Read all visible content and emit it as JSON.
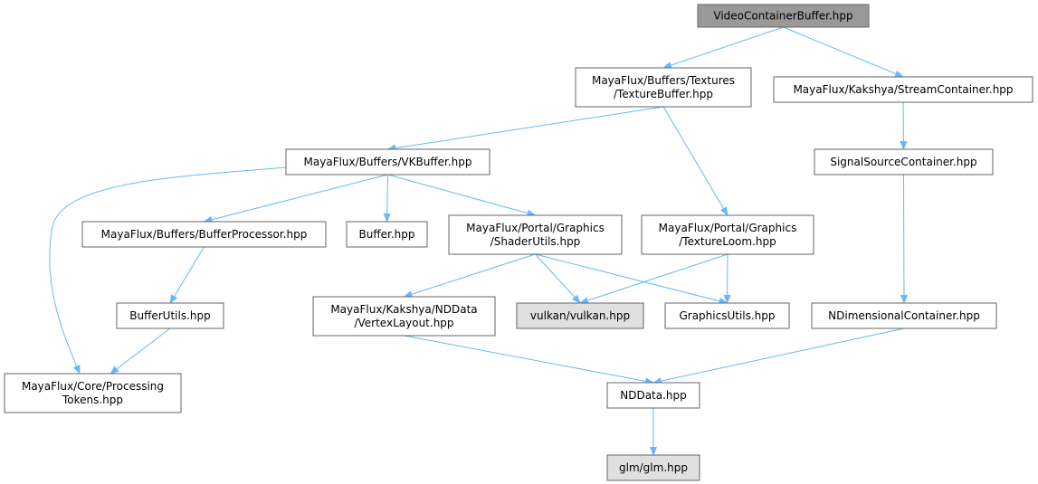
{
  "colors": {
    "edge": "#63b8ff",
    "node_fill": "#ffffff",
    "node_border": "#666666",
    "root_fill": "#999999",
    "external_fill": "#e0e0e0",
    "external_alt_fill": "#e0e0e0"
  },
  "nodes": [
    {
      "id": "root",
      "lines": [
        "VideoContainerBuffer.hpp"
      ],
      "style": "root"
    },
    {
      "id": "texbuf",
      "lines": [
        "MayaFlux/Buffers/Textures",
        "/TextureBuffer.hpp"
      ],
      "style": "normal"
    },
    {
      "id": "stream",
      "lines": [
        "MayaFlux/Kakshya/StreamContainer.hpp"
      ],
      "style": "normal"
    },
    {
      "id": "vkbuf",
      "lines": [
        "MayaFlux/Buffers/VKBuffer.hpp"
      ],
      "style": "normal"
    },
    {
      "id": "sigsrc",
      "lines": [
        "SignalSourceContainer.hpp"
      ],
      "style": "normal"
    },
    {
      "id": "bufproc",
      "lines": [
        "MayaFlux/Buffers/BufferProcessor.hpp"
      ],
      "style": "normal"
    },
    {
      "id": "buffer",
      "lines": [
        "Buffer.hpp"
      ],
      "style": "normal"
    },
    {
      "id": "shader",
      "lines": [
        "MayaFlux/Portal/Graphics",
        "/ShaderUtils.hpp"
      ],
      "style": "normal"
    },
    {
      "id": "texloom",
      "lines": [
        "MayaFlux/Portal/Graphics",
        "/TextureLoom.hpp"
      ],
      "style": "normal"
    },
    {
      "id": "bufutils",
      "lines": [
        "BufferUtils.hpp"
      ],
      "style": "normal"
    },
    {
      "id": "vertex",
      "lines": [
        "MayaFlux/Kakshya/NDData",
        "/VertexLayout.hpp"
      ],
      "style": "normal"
    },
    {
      "id": "vulkan",
      "lines": [
        "vulkan/vulkan.hpp"
      ],
      "style": "external"
    },
    {
      "id": "gfxutils",
      "lines": [
        "GraphicsUtils.hpp"
      ],
      "style": "normal"
    },
    {
      "id": "ndcont",
      "lines": [
        "NDimensionalContainer.hpp"
      ],
      "style": "normal"
    },
    {
      "id": "proctok",
      "lines": [
        "MayaFlux/Core/Processing",
        "Tokens.hpp"
      ],
      "style": "normal"
    },
    {
      "id": "nddata",
      "lines": [
        "NDData.hpp"
      ],
      "style": "normal"
    },
    {
      "id": "glm",
      "lines": [
        "glm/glm.hpp"
      ],
      "style": "external_alt"
    }
  ],
  "edges": [
    {
      "from": "root",
      "to": "texbuf"
    },
    {
      "from": "root",
      "to": "stream"
    },
    {
      "from": "texbuf",
      "to": "vkbuf"
    },
    {
      "from": "texbuf",
      "to": "texloom"
    },
    {
      "from": "stream",
      "to": "sigsrc"
    },
    {
      "from": "vkbuf",
      "to": "proctok"
    },
    {
      "from": "vkbuf",
      "to": "bufproc"
    },
    {
      "from": "vkbuf",
      "to": "buffer"
    },
    {
      "from": "vkbuf",
      "to": "shader"
    },
    {
      "from": "sigsrc",
      "to": "ndcont"
    },
    {
      "from": "bufproc",
      "to": "bufutils"
    },
    {
      "from": "bufutils",
      "to": "proctok"
    },
    {
      "from": "shader",
      "to": "vertex"
    },
    {
      "from": "shader",
      "to": "vulkan"
    },
    {
      "from": "shader",
      "to": "gfxutils"
    },
    {
      "from": "texloom",
      "to": "vulkan"
    },
    {
      "from": "texloom",
      "to": "gfxutils"
    },
    {
      "from": "vertex",
      "to": "nddata"
    },
    {
      "from": "ndcont",
      "to": "nddata"
    },
    {
      "from": "nddata",
      "to": "glm"
    }
  ]
}
